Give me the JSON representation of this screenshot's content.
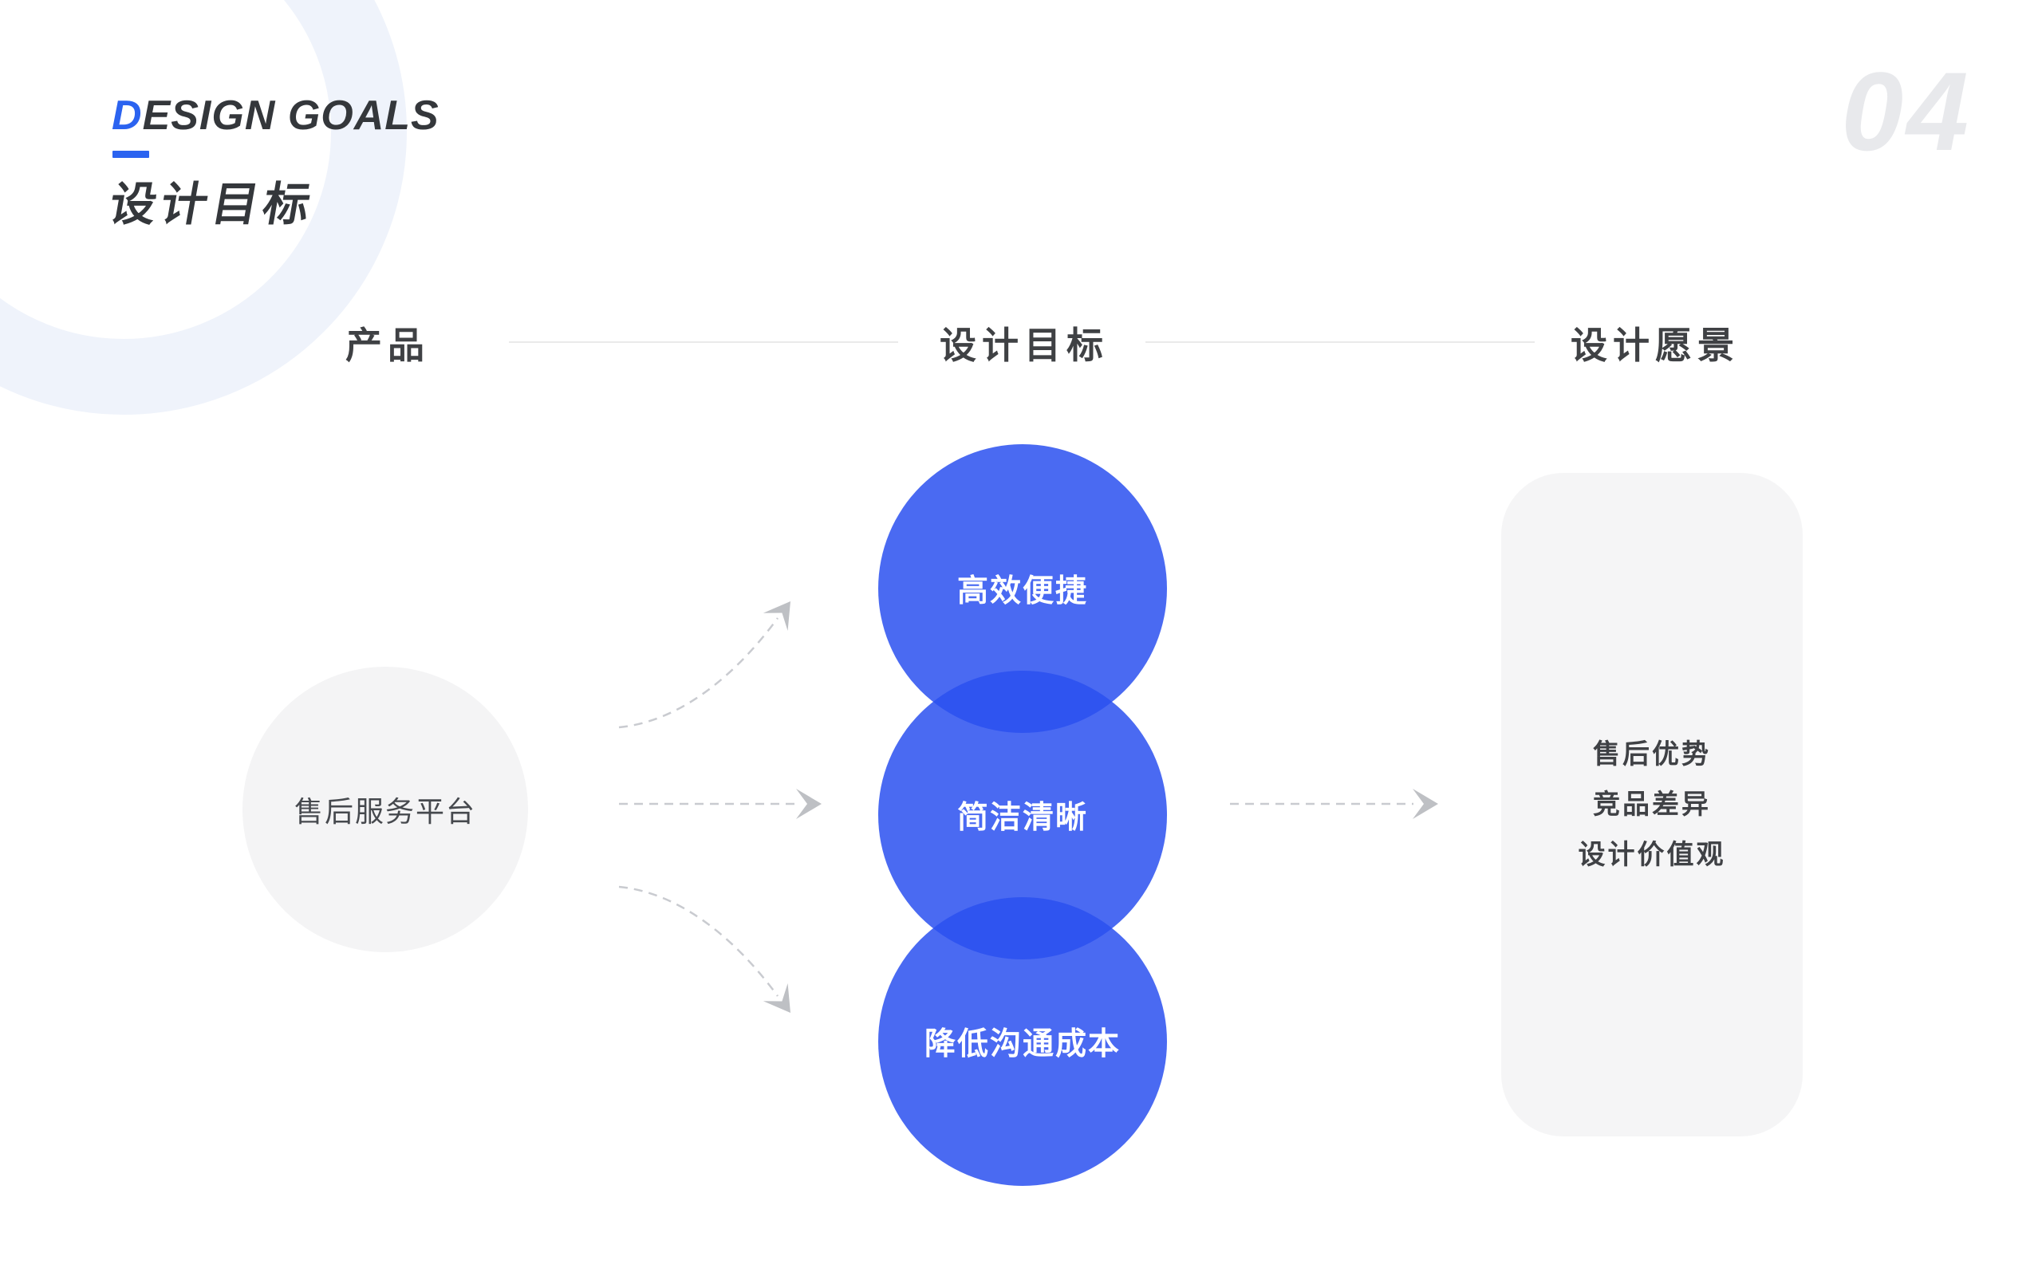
{
  "slide": {
    "title_en_first": "D",
    "title_en_rest": "ESIGN GOALS",
    "title_zh": "设计目标",
    "page_number": "04"
  },
  "columns": {
    "product": "产品",
    "goals": "设计目标",
    "vision": "设计愿景"
  },
  "diagram": {
    "product_label": "售后服务平台",
    "goal_labels": [
      "高效便捷",
      "简洁清晰",
      "降低沟通成本"
    ],
    "vision_lines": [
      "售后优势",
      "竞品差异",
      "设计价值观"
    ]
  },
  "colors": {
    "accent_blue": "#2B63F0",
    "goal_circle_blue": "#2A50F0",
    "product_circle_gray": "#F4F4F5",
    "vision_card_gray": "#F5F5F6",
    "arrow_gray": "#C9CBD0",
    "ring_light_blue": "#EFF3FB",
    "page_number_gray": "#E8E9EC"
  }
}
